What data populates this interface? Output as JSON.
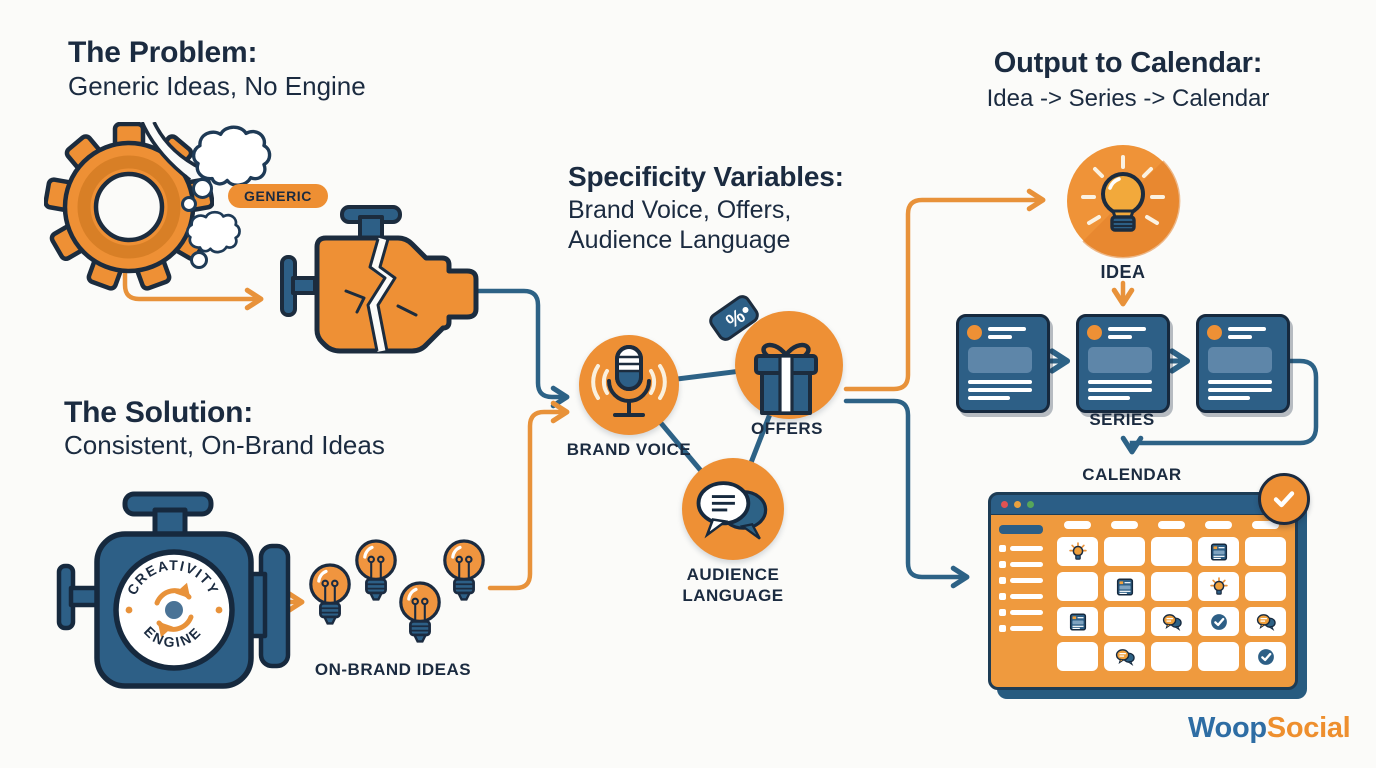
{
  "problem": {
    "title": "The Problem:",
    "subtitle": "Generic Ideas, No Engine",
    "badge": "GENERIC"
  },
  "solution": {
    "title": "The Solution:",
    "subtitle": "Consistent, On-Brand Ideas",
    "engine_text_top": "CREATIVITY",
    "engine_text_bottom": "ENGINE",
    "ideas_label": "ON-BRAND IDEAS"
  },
  "variables": {
    "title": "Specificity Variables:",
    "subtitle_line1": "Brand Voice, Offers,",
    "subtitle_line2": "Audience Language",
    "nodes": {
      "brand_voice": "BRAND VOICE",
      "offers": "OFFERS",
      "audience_line1": "AUDIENCE",
      "audience_line2": "LANGUAGE"
    }
  },
  "output": {
    "title": "Output to Calendar:",
    "subtitle": "Idea -> Series -> Calendar",
    "idea_label": "IDEA",
    "series_label": "SERIES",
    "calendar_label": "CALENDAR",
    "series_count": 3
  },
  "calendar": {
    "weekday_slots": 5,
    "sidebar_rows": 6,
    "grid": [
      [
        "bulb",
        "",
        "",
        "post",
        ""
      ],
      [
        "",
        "post",
        "",
        "bulb",
        ""
      ],
      [
        "post",
        "",
        "chat",
        "check",
        "chat"
      ],
      [
        "",
        "chat",
        "",
        "",
        "check"
      ]
    ]
  },
  "logo": {
    "part1": "Woop",
    "part2": "Social"
  },
  "colors": {
    "navy": "#1B2B40",
    "orange": "#EE9035",
    "engine_blue": "#2D5F86",
    "line_orange": "#E8923A",
    "line_blue": "#2D6286",
    "calendar_orange": "#EF9A3E",
    "logo_blue": "#2E6DA4",
    "logo_orange": "#EE8F2E"
  }
}
